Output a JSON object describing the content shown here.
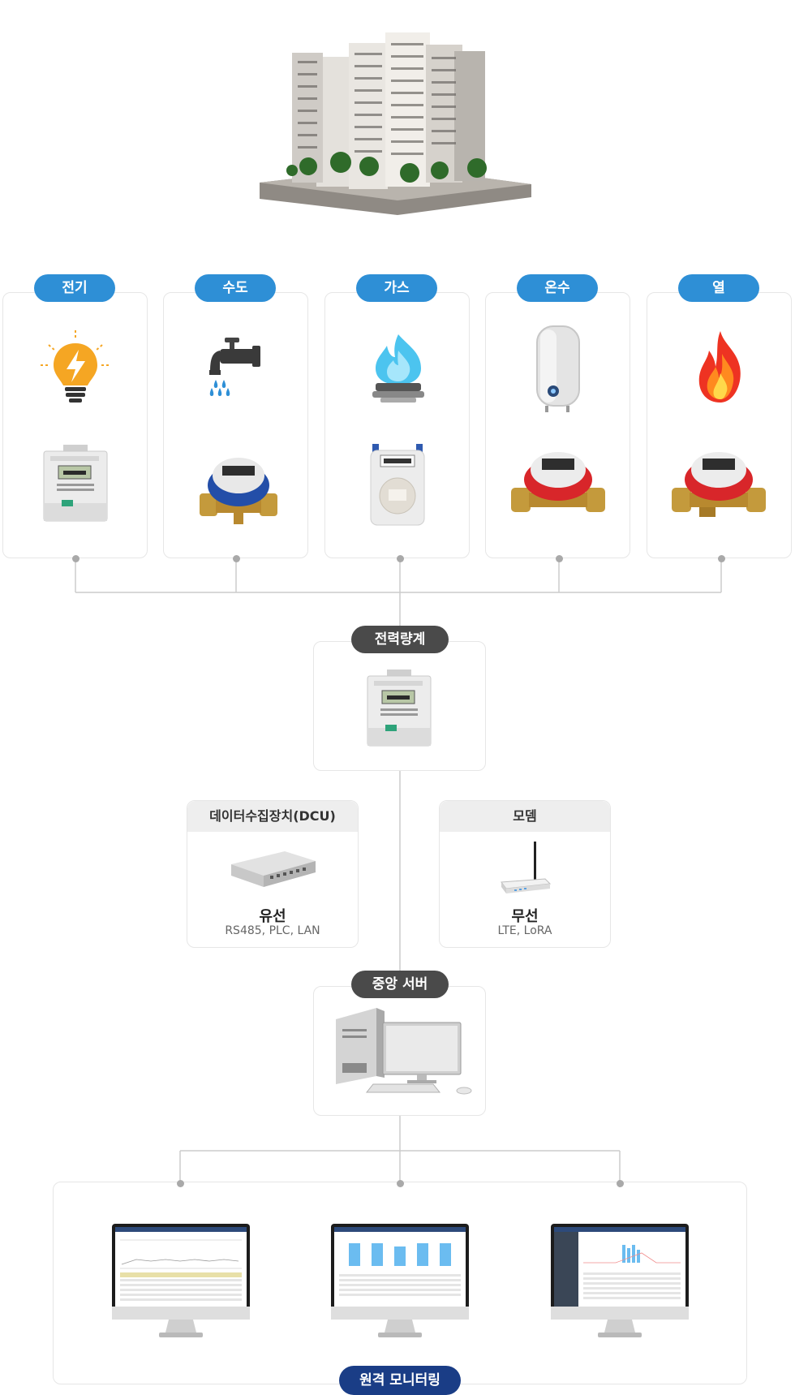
{
  "utilities": [
    {
      "label": "전기",
      "icon": "lightbulb-icon",
      "meter": "electric-meter"
    },
    {
      "label": "수도",
      "icon": "faucet-icon",
      "meter": "water-meter-blue"
    },
    {
      "label": "가스",
      "icon": "gas-flame-icon",
      "meter": "gas-meter"
    },
    {
      "label": "온수",
      "icon": "water-heater-icon",
      "meter": "water-meter-red"
    },
    {
      "label": "열",
      "icon": "fire-icon",
      "meter": "heat-meter-red"
    }
  ],
  "power_meter": {
    "label": "전력량계"
  },
  "dcu": {
    "title": "데이터수집장치(DCU)",
    "type": "유선",
    "protocols": "RS485, PLC, LAN"
  },
  "modem": {
    "title": "모뎀",
    "type": "무선",
    "protocols": "LTE,  LoRA"
  },
  "server": {
    "label": "중앙 서버"
  },
  "monitoring": {
    "label": "원격 모니터링"
  },
  "colors": {
    "blue_pill": "#2e8fd6",
    "dark_pill": "#4a4a4a",
    "navy_pill": "#1a3d86",
    "connector": "#cccccc"
  }
}
